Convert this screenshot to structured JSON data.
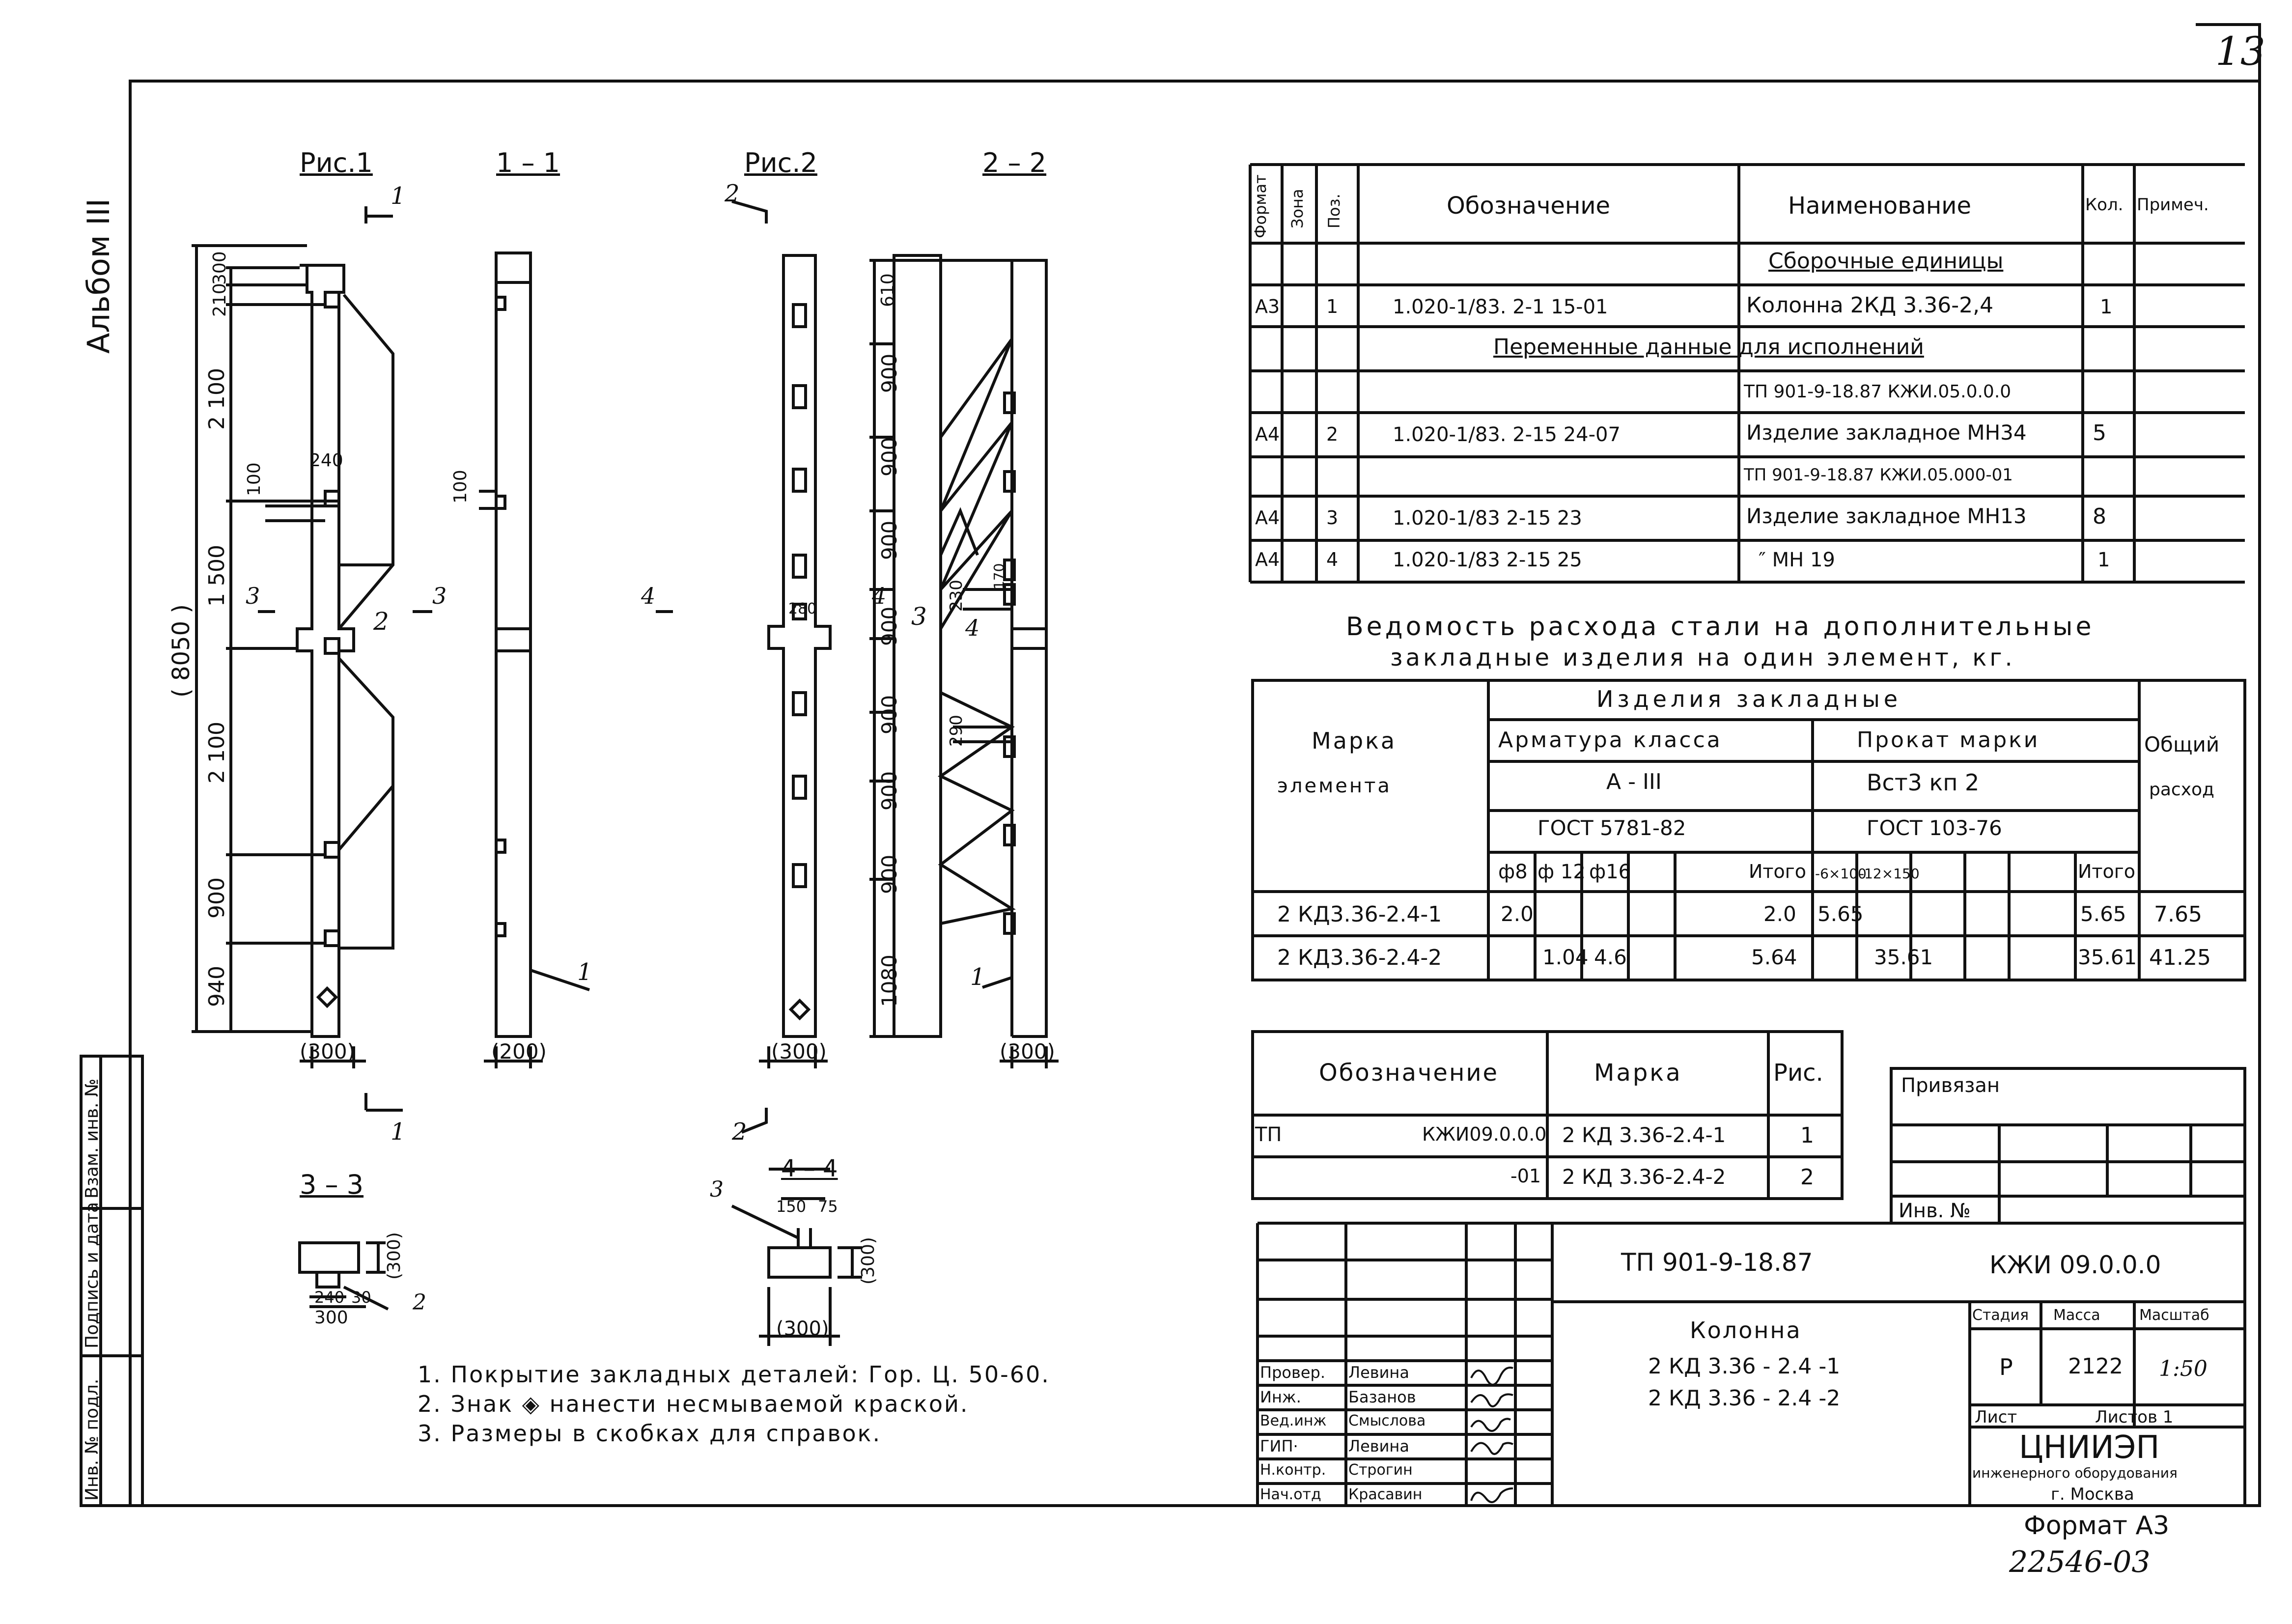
{
  "sheet": {
    "page_number": "13",
    "album": "Альбом III",
    "archive_number": "22546-03",
    "format": "Формат А3"
  },
  "figures": {
    "fig1_title": "Рис.1",
    "fig2_title": "Рис.2",
    "sec11_title": "1 – 1",
    "sec22_title": "2 – 2",
    "sec33_title": "3 – 3",
    "sec44_title": "4 – 4",
    "fig1_dims": [
      "210",
      "300",
      "2 100",
      "1 500",
      "2 100",
      "900",
      "940"
    ],
    "fig1_total": "( 8050 )",
    "fig1_small_dims": [
      "240",
      "100"
    ],
    "fig1_base": "(300)",
    "fig2_base": "(300)",
    "sec11_base": "(200)",
    "sec22_base": "(300)",
    "sec11_dim": "100",
    "sec22_dims": [
      "610",
      "900",
      "900",
      "900",
      "900",
      "900",
      "900",
      "900",
      "1080"
    ],
    "sec22_small_dims": [
      "230",
      "170",
      "290"
    ],
    "fig2_small_dim": "280",
    "cut_marks": {
      "c1": "1",
      "c2": "2",
      "c3": "3",
      "c4": "4"
    },
    "callouts": {
      "pos1": "1",
      "pos2": "2",
      "pos3": "3",
      "pos4": "4"
    },
    "sec33_dims": {
      "w": "300",
      "a": "240",
      "b": "30",
      "h": "(300)"
    },
    "sec44_dims": {
      "w": "(300)",
      "a": "150",
      "b": "75",
      "h": "(300)"
    }
  },
  "spec_table": {
    "headers": [
      "Формат",
      "Зона",
      "Поз.",
      "Обозначение",
      "Наименование",
      "Кол.",
      "Примеч."
    ],
    "rows": [
      {
        "format": "",
        "pos": "",
        "designation": "",
        "name": "Сборочные единицы",
        "qty": ""
      },
      {
        "format": "А3",
        "pos": "1",
        "designation": "1.020-1/83. 2-1   15-01",
        "name": "Колонна 2КД 3.36-2,4",
        "qty": "1"
      },
      {
        "format": "",
        "pos": "",
        "designation": "",
        "name": "Переменные данные для исполнений",
        "qty": ""
      },
      {
        "format": "",
        "pos": "",
        "designation": "",
        "name": "ТП 901-9-18.87  КЖИ.05.0.0.0",
        "qty": ""
      },
      {
        "format": "А4",
        "pos": "2",
        "designation": "1.020-1/83. 2-15  24-07",
        "name": "Изделие закладное МН34",
        "qty": "5"
      },
      {
        "format": "",
        "pos": "",
        "designation": "",
        "name": "ТП 901-9-18.87  КЖИ.05.000-01",
        "qty": ""
      },
      {
        "format": "А4",
        "pos": "3",
        "designation": "1.020-1/83 2-15   23",
        "name": "Изделие закладное МН13",
        "qty": "8"
      },
      {
        "format": "А4",
        "pos": "4",
        "designation": "1.020-1/83 2-15   25",
        "name": "″                МН 19",
        "qty": "1"
      }
    ]
  },
  "steel_table": {
    "title_line1": "Ведомость расхода стали на дополнительные",
    "title_line2": "закладные изделия на один элемент, кг.",
    "h_mark": "Марка",
    "h_element": "элемента",
    "h_group": "Изделия закладные",
    "h_rebar": "Арматура класса",
    "h_rebar_class": "А - III",
    "h_rebar_gost": "ГОСТ 5781-82",
    "h_rolled": "Прокат марки",
    "h_rolled_grade": "Вст3  кп 2",
    "h_rolled_gost": "ГОСТ 103-76",
    "h_total": "Общий",
    "h_total2": "расход",
    "cols": [
      "ф8",
      "ф 12",
      "ф16",
      "",
      "Итого",
      "-6×100",
      "-12×150",
      "",
      "",
      "Итого"
    ],
    "rows": [
      {
        "mark": "2 КД3.36-2.4-1",
        "cells": [
          "2.0",
          "",
          "",
          "",
          "2.0",
          "5.65",
          "",
          "",
          "",
          "5.65"
        ],
        "total": "7.65"
      },
      {
        "mark": "2 КД3.36-2.4-2",
        "cells": [
          "",
          "1.04",
          "4.6",
          "",
          "5.64",
          "",
          "35.61",
          "",
          "",
          "35.61"
        ],
        "total": "41.25"
      }
    ]
  },
  "variant_table": {
    "h_designation": "Обозначение",
    "h_mark": "Марка",
    "h_fig": "Рис.",
    "rows": [
      {
        "prefix": "ТП",
        "designation": "КЖИ09.0.0.0",
        "mark": "2 КД 3.36-2.4-1",
        "fig": "1"
      },
      {
        "prefix": "",
        "designation": "-01",
        "mark": "2 КД 3.36-2.4-2",
        "fig": "2"
      }
    ]
  },
  "binding": {
    "label": "Привязан",
    "inv": "Инв. №"
  },
  "notes": [
    "1. Покрытие закладных деталей: Гор. Ц. 50-60.",
    "2. Знак ◈ нанести несмываемой краской.",
    "3. Размеры в скобках для справок."
  ],
  "title_block": {
    "project": "ТП 901-9-18.87",
    "code": "КЖИ 09.0.0.0",
    "name1": "Колонна",
    "name2": "2 КД 3.36 - 2.4 -1",
    "name3": "2 КД 3.36 - 2.4 -2",
    "h_stage": "Стадия",
    "h_mass": "Масса",
    "h_scale": "Масштаб",
    "stage": "Р",
    "mass": "2122",
    "scale": "1:50",
    "sheet_label": "Лист",
    "sheets_label": "Листов 1",
    "org1": "ЦНИИЭП",
    "org2": "инженерного оборудования",
    "org3": "г. Москва",
    "staff": [
      {
        "role": "Провер.",
        "name": "Левина"
      },
      {
        "role": "Инж.",
        "name": "Базанов"
      },
      {
        "role": "Вед.инж",
        "name": "Смыслова"
      },
      {
        "role": "ГИП·",
        "name": "Левина"
      },
      {
        "role": "Н.контр.",
        "name": "Строгин"
      },
      {
        "role": "Нач.отд",
        "name": "Красавин"
      }
    ]
  },
  "side_stamp": {
    "inv_orig": "Инв. № подл.",
    "sign_date": "Подпись и дата",
    "replace_inv": "Взам. инв. №"
  }
}
